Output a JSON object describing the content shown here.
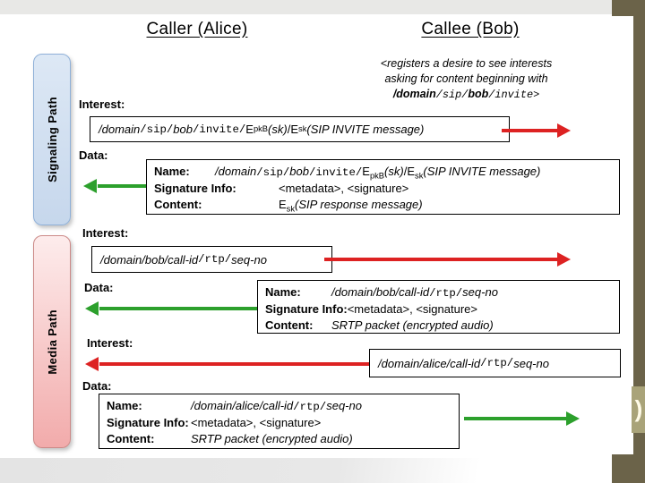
{
  "slide": {
    "caller_heading": "Caller (Alice)",
    "callee_heading": "Callee (Bob)",
    "registration_note": {
      "line1": "<registers a desire to see interests",
      "line2": "asking for content beginning with",
      "line3": [
        {
          "t": "/domain",
          "s": "bi"
        },
        {
          "t": "/sip/",
          "s": "m"
        },
        {
          "t": "bob",
          "s": "bi"
        },
        {
          "t": "/invite>",
          "s": "m"
        }
      ]
    }
  },
  "paths": {
    "signaling": "Signaling Path",
    "media": "Media Path"
  },
  "labels": {
    "interest": "Interest:",
    "data": "Data:",
    "name": "Name:",
    "signature_info": "Signature Info:",
    "content": "Content:"
  },
  "exchanges": {
    "interest1": [
      {
        "t": "/domain",
        "s": "i"
      },
      {
        "t": "/sip/",
        "s": "m"
      },
      {
        "t": "bob",
        "s": "i"
      },
      {
        "t": "/invite/",
        "s": "m"
      },
      {
        "t": "E",
        "s": "n"
      },
      {
        "t": "pkB",
        "s": "sub"
      },
      {
        "t": "(sk)",
        "s": "i"
      },
      {
        "t": "/E",
        "s": "n"
      },
      {
        "t": "sk",
        "s": "sub"
      },
      {
        "t": "(SIP INVITE message)",
        "s": "i"
      }
    ],
    "data1": {
      "name": [
        {
          "t": "/domain",
          "s": "i"
        },
        {
          "t": "/sip/",
          "s": "m"
        },
        {
          "t": "bob",
          "s": "i"
        },
        {
          "t": "/invite/",
          "s": "m"
        },
        {
          "t": "E",
          "s": "n"
        },
        {
          "t": "pkB",
          "s": "sub"
        },
        {
          "t": "(sk)",
          "s": "i"
        },
        {
          "t": "/E",
          "s": "n"
        },
        {
          "t": "sk",
          "s": "sub"
        },
        {
          "t": "(SIP INVITE message)",
          "s": "i"
        }
      ],
      "signature": [
        {
          "t": "<metadata>, <signature>",
          "s": "n"
        }
      ],
      "content": [
        {
          "t": "E",
          "s": "n"
        },
        {
          "t": "sk",
          "s": "sub"
        },
        {
          "t": "(SIP response message)",
          "s": "i"
        }
      ]
    },
    "interest2": [
      {
        "t": "/domain/bob/call-id",
        "s": "i"
      },
      {
        "t": "/rtp/",
        "s": "m"
      },
      {
        "t": "seq-no",
        "s": "i"
      }
    ],
    "data2": {
      "name": [
        {
          "t": "/domain/bob/call-id",
          "s": "i"
        },
        {
          "t": "/rtp/",
          "s": "m"
        },
        {
          "t": "seq-no",
          "s": "i"
        }
      ],
      "signature": [
        {
          "t": "<metadata>, <signature>",
          "s": "n"
        }
      ],
      "content": [
        {
          "t": "SRTP packet (encrypted audio)",
          "s": "i"
        }
      ]
    },
    "interest3": [
      {
        "t": "/domain/alice/call-id",
        "s": "i"
      },
      {
        "t": "/rtp/",
        "s": "m"
      },
      {
        "t": "seq-no",
        "s": "i"
      }
    ],
    "data3": {
      "name": [
        {
          "t": "/domain/alice/call-id",
          "s": "i"
        },
        {
          "t": "/rtp/",
          "s": "m"
        },
        {
          "t": "seq-no",
          "s": "i"
        }
      ],
      "signature": [
        {
          "t": "<metadata>, <signature>",
          "s": "n"
        }
      ],
      "content": [
        {
          "t": "SRTP packet (encrypted audio)",
          "s": "i"
        }
      ]
    }
  },
  "decor": {
    "side_tab_glyph": ")"
  },
  "colors": {
    "interest_arrow": "#dd2222",
    "data_arrow": "#2ca02c",
    "signaling_pill": "#cfdef0",
    "media_pill": "#f5b5b5",
    "template_band": "#6b6349",
    "template_band_light": "#a9a379"
  }
}
